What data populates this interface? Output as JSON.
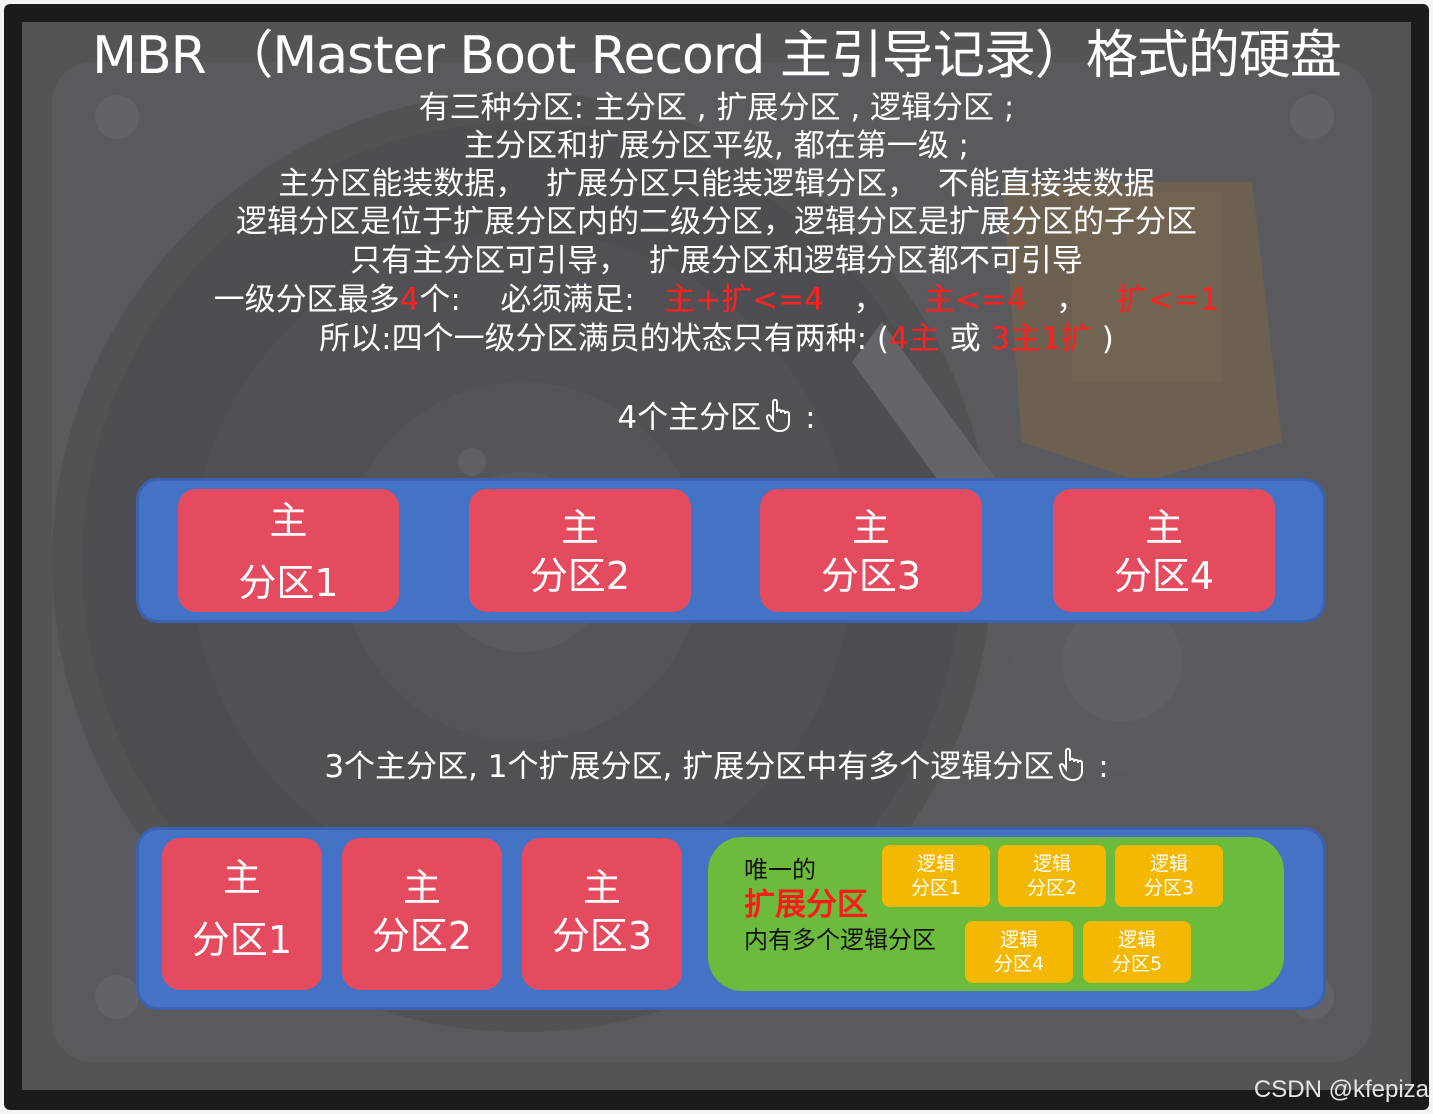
{
  "title": "MBR （Master Boot Record 主引导记录）格式的硬盘",
  "lines": [
    "有三种分区: 主分区 , 扩展分区 , 逻辑分区 ;",
    "主分区和扩展分区平级, 都在第一级 ;",
    "主分区能装数据，  扩展分区只能装逻辑分区，  不能直接装数据",
    "逻辑分区是位于扩展分区内的二级分区，逻辑分区是扩展分区的子分区",
    "只有主分区可引导，  扩展分区和逻辑分区都不可引导"
  ],
  "rule_line": {
    "prefix": "一级分区最多",
    "num": "4",
    "mid": "个:    必须满足:   ",
    "r1": "主+扩<=4",
    "sep1": "   ，    ",
    "r2": "主<=4",
    "sep2": "   ，   ",
    "r3": "扩<=1"
  },
  "state_line": {
    "prefix": "所以:四个一级分区满员的状态只有两种: (",
    "a": "4主",
    "or": " 或 ",
    "b": "3主1扩",
    "suffix": " )"
  },
  "section1": {
    "label": "4个主分区",
    "colon": ":"
  },
  "row1": [
    {
      "l1": "主",
      "l2": "分区1"
    },
    {
      "l1": "主",
      "l2": "分区2"
    },
    {
      "l1": "主",
      "l2": "分区3"
    },
    {
      "l1": "主",
      "l2": "分区4"
    }
  ],
  "section2": {
    "label": "3个主分区, 1个扩展分区, 扩展分区中有多个逻辑分区",
    "colon": ":"
  },
  "row2": [
    {
      "l1": "主",
      "l2": "分区1"
    },
    {
      "l1": "主",
      "l2": "分区2"
    },
    {
      "l1": "主",
      "l2": "分区3"
    }
  ],
  "extended": {
    "line1": "唯一的",
    "line2": "扩展分区",
    "line3": "内有多个逻辑分区"
  },
  "logical": [
    {
      "l1": "逻辑",
      "l2": "分区1"
    },
    {
      "l1": "逻辑",
      "l2": "分区2"
    },
    {
      "l1": "逻辑",
      "l2": "分区3"
    },
    {
      "l1": "逻辑",
      "l2": "分区4"
    },
    {
      "l1": "逻辑",
      "l2": "分区5"
    }
  ],
  "colors": {
    "bar": "#4472c4",
    "primary": "#e54b5e",
    "extended": "#6dbb3c",
    "logical": "#f5b800",
    "highlight": "#ff2020"
  },
  "watermark": "CSDN @kfepiza"
}
